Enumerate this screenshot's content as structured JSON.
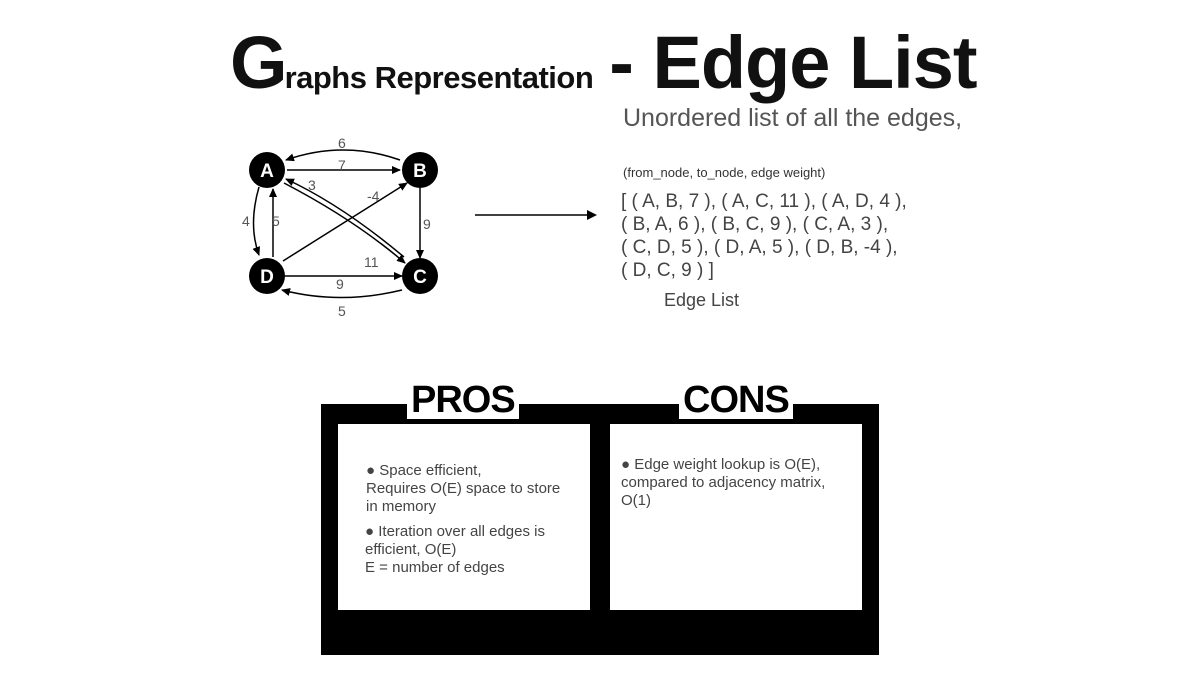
{
  "title": {
    "first_letter": "G",
    "rest": "raphs Representation",
    "suffix": "- Edge List"
  },
  "subtitle": "Unordered list of all the edges,",
  "format_note": "(from_node, to_node, edge weight)",
  "edge_list_lines": [
    "[ ( A, B, 7 ), ( A, C, 11 ), ( A, D, 4 ),",
    "( B, A, 6 ), ( B, C, 9 ), ( C, A, 3 ),",
    "( C, D, 5 ), ( D, A, 5 ), ( D, B, -4 ),",
    "( D, C, 9 ) ]"
  ],
  "edge_list_caption": "Edge List",
  "graph": {
    "nodes": [
      "A",
      "B",
      "C",
      "D"
    ],
    "edges": [
      {
        "from": "A",
        "to": "B",
        "weight": "7"
      },
      {
        "from": "B",
        "to": "A",
        "weight": "6"
      },
      {
        "from": "A",
        "to": "C",
        "weight": "11"
      },
      {
        "from": "C",
        "to": "A",
        "weight": "3"
      },
      {
        "from": "A",
        "to": "D",
        "weight": "4"
      },
      {
        "from": "D",
        "to": "A",
        "weight": "5"
      },
      {
        "from": "B",
        "to": "C",
        "weight": "9"
      },
      {
        "from": "D",
        "to": "B",
        "weight": "-4"
      },
      {
        "from": "D",
        "to": "C",
        "weight": "9"
      },
      {
        "from": "C",
        "to": "D",
        "weight": "5"
      }
    ]
  },
  "pros": {
    "heading": "PROS",
    "points": [
      "● Space efficient,\nRequires O(E) space to store in memory",
      "● Iteration over all edges is efficient, O(E)\nE = number of edges"
    ]
  },
  "cons": {
    "heading": "CONS",
    "points": [
      "● Edge weight lookup is O(E), compared to adjacency matrix, O(1)"
    ]
  }
}
